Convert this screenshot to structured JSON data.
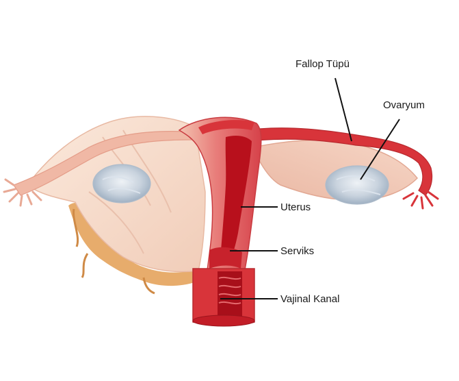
{
  "labels": {
    "fallop": "Fallop Tüpü",
    "ovaryum": "Ovaryum",
    "uterus": "Uterus",
    "serviks": "Serviks",
    "vajinal": "Vajinal Kanal"
  },
  "colors": {
    "background": "#ffffff",
    "tissue_pale": "#f6dcc8",
    "tissue_pink": "#eeb7a4",
    "muscle_red": "#d8343a",
    "cavity_red": "#b8101c",
    "ovary": "#cfd8e2",
    "fat_orange": "#e4a35c",
    "leader": "#111111"
  }
}
